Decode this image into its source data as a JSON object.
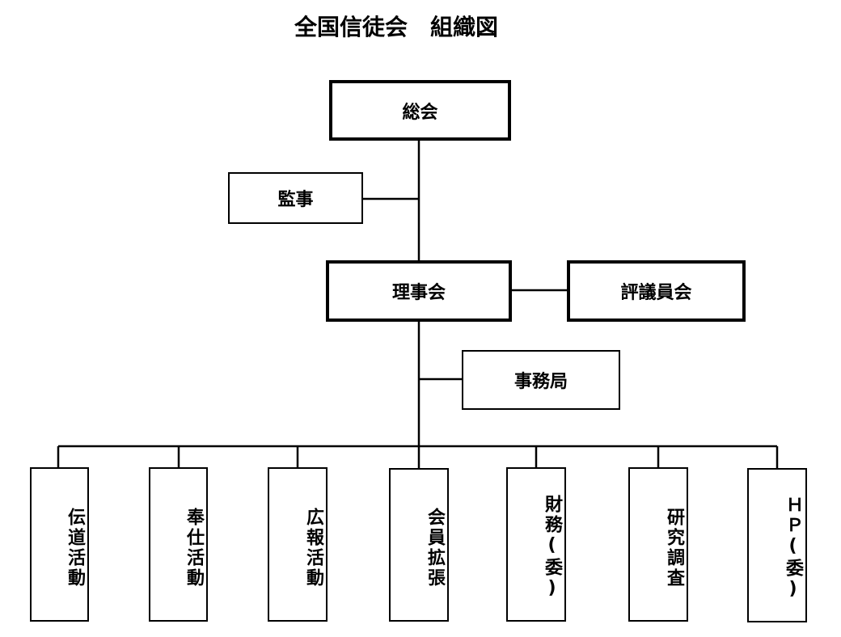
{
  "title": "全国信徒会　組織図",
  "nodes": {
    "general_assembly": "総会",
    "auditor": "監事",
    "board": "理事会",
    "councilors": "評議員会",
    "secretariat": "事務局"
  },
  "committees": [
    "伝道活動",
    "奉仕活動",
    "広報活動",
    "会員拡張",
    "財務(委)",
    "研究調査",
    "ＨＰ(委)"
  ]
}
